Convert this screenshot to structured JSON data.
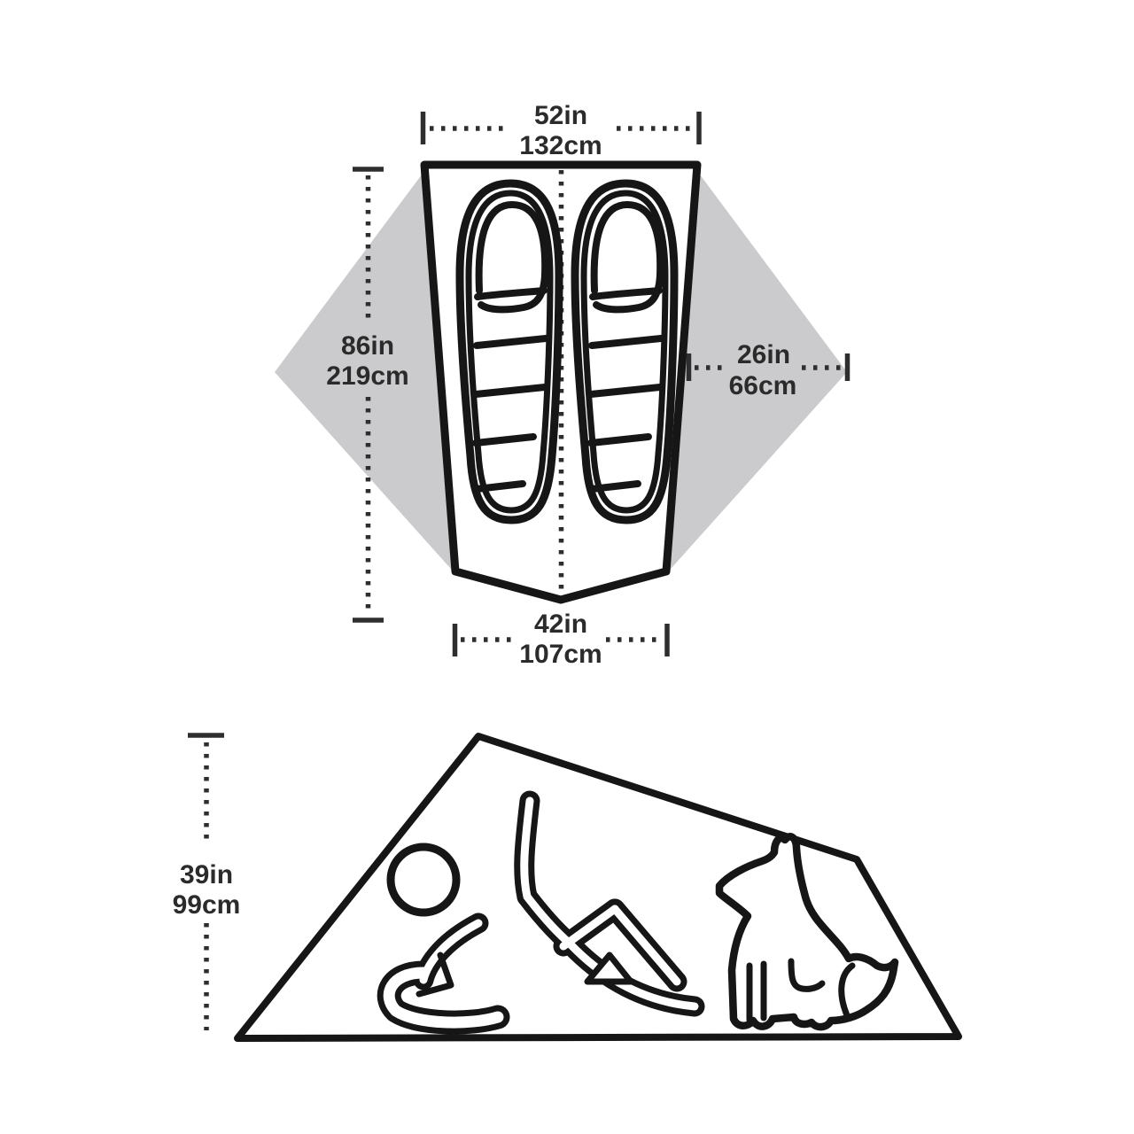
{
  "title": "Tent floor plan and side profile dimension diagram",
  "colors": {
    "background": "#ffffff",
    "line": "#161616",
    "dimension": "#2e2e2e",
    "text": "#2b2b2b",
    "vestibule_gray": "#cbcbcd"
  },
  "top_view": {
    "top_width": {
      "imperial": "52in",
      "metric": "132cm"
    },
    "floor_length": {
      "imperial": "86in",
      "metric": "219cm"
    },
    "vestibule_depth": {
      "imperial": "26in",
      "metric": "66cm"
    },
    "bottom_width": {
      "imperial": "42in",
      "metric": "107cm"
    }
  },
  "side_view": {
    "peak_height": {
      "imperial": "39in",
      "metric": "99cm"
    }
  }
}
